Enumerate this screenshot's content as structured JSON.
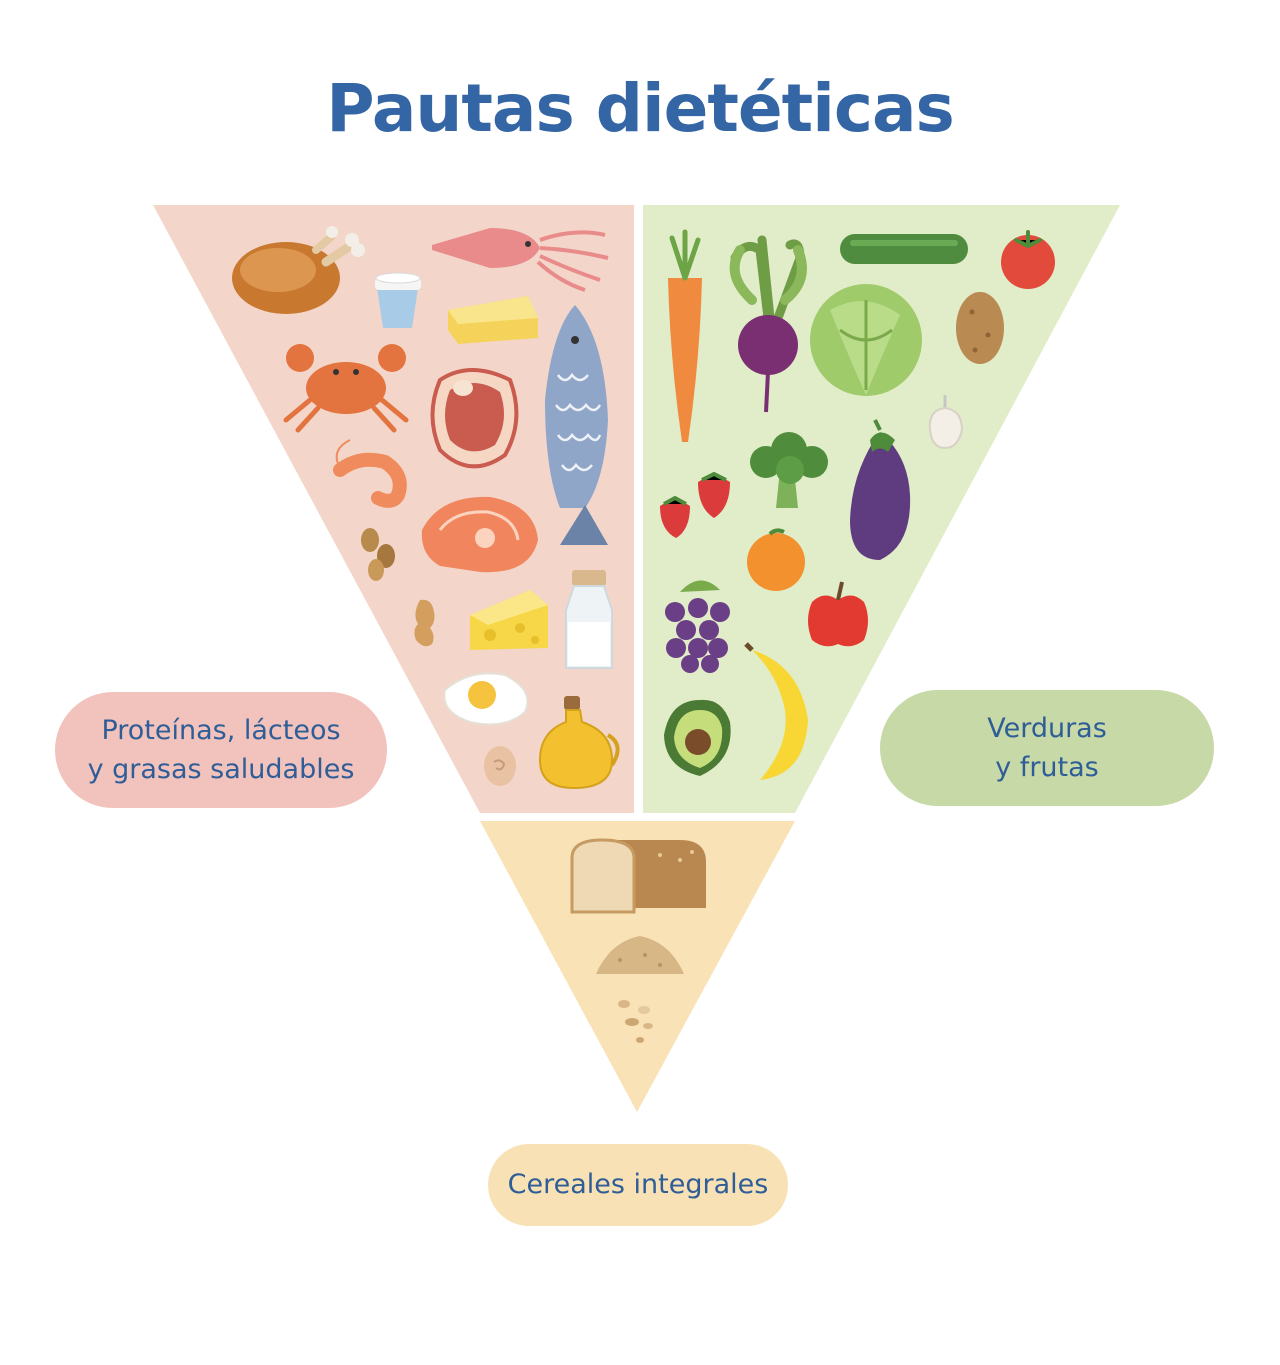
{
  "title": "Pautas dietéticas",
  "colors": {
    "title": "#3465a4",
    "protein_bg": "#f3d6c9",
    "veg_bg": "#e1ecc9",
    "cereal_bg": "#f9e3b6",
    "protein_pill": "#f1c3bc",
    "veg_pill": "#c6d9a6",
    "cereal_pill": "#f8e2b5"
  },
  "groups": {
    "protein": {
      "label_line1": "Proteínas, lácteos",
      "label_line2": "y grasas saludables",
      "icons": [
        "roast-chicken-icon",
        "yogurt-icon",
        "squid-icon",
        "butter-icon",
        "crab-icon",
        "steak-icon",
        "fish-icon",
        "shrimp-icon",
        "salmon-steak-icon",
        "nuts-icon",
        "peanut-icon",
        "cheese-icon",
        "milk-bottle-icon",
        "fried-egg-icon",
        "egg-icon",
        "olive-oil-icon"
      ]
    },
    "vegetables": {
      "label_line1": "Verduras",
      "label_line2": "y frutas",
      "icons": [
        "carrot-icon",
        "beet-icon",
        "cucumber-icon",
        "tomato-icon",
        "cabbage-icon",
        "potato-icon",
        "garlic-icon",
        "broccoli-icon",
        "eggplant-icon",
        "strawberry-icon",
        "orange-icon",
        "grapes-icon",
        "apple-icon",
        "banana-icon",
        "avocado-icon"
      ]
    },
    "cereals": {
      "label": "Cereales integrales",
      "icons": [
        "bread-loaf-icon",
        "grain-pile-icon",
        "oat-flakes-icon"
      ]
    }
  }
}
